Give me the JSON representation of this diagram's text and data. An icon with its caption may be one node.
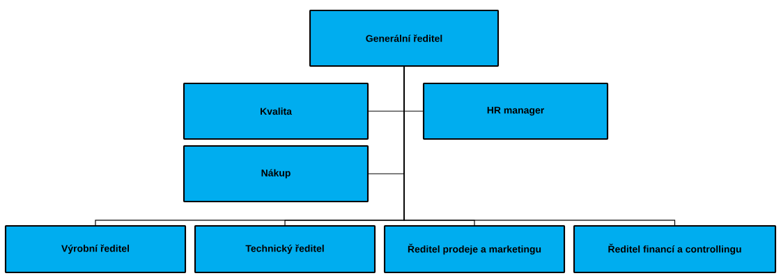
{
  "diagram": {
    "nodes": [
      {
        "text": [
          "Generální ředitel"
        ]
      },
      {
        "text": [
          "Kvalita"
        ]
      },
      {
        "text": [
          "HR manager"
        ]
      },
      {
        "text": [
          "Nákup"
        ]
      },
      {
        "text": [
          "Výrobní ředitel"
        ]
      },
      {
        "text": [
          "Technický ředitel"
        ]
      },
      {
        "text": [
          "Ředitel prodeje a marketingu"
        ]
      },
      {
        "text": [
          "Ředitel financí a controllingu"
        ]
      }
    ],
    "edges": [
      {
        "from": 0,
        "to": 1,
        "arrow": "none"
      },
      {
        "from": 0,
        "to": 2,
        "arrow": "none"
      },
      {
        "from": 0,
        "to": 3,
        "arrow": "none"
      },
      {
        "from": 0,
        "to": 4,
        "arrow": "none"
      },
      {
        "from": 0,
        "to": 5,
        "arrow": "none"
      },
      {
        "from": 0,
        "to": 6,
        "arrow": "none"
      },
      {
        "from": 0,
        "to": 7,
        "arrow": "none"
      }
    ]
  }
}
